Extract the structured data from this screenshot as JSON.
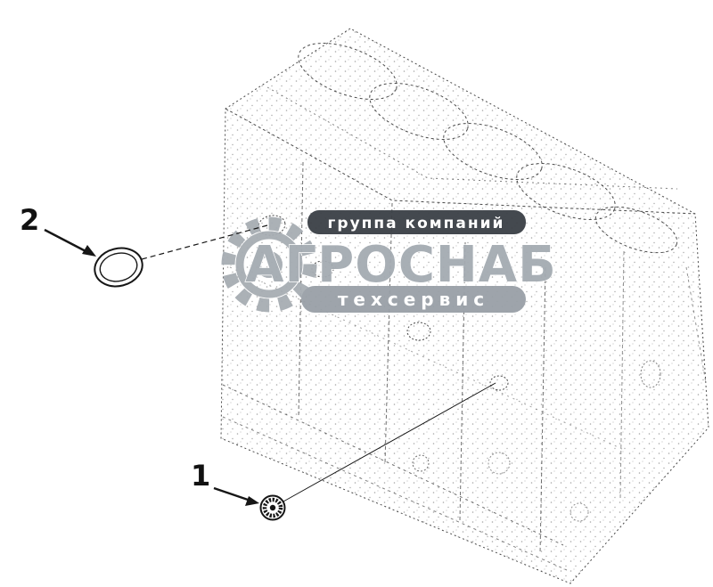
{
  "figure": {
    "type": "exploded-parts-diagram",
    "background": "#ffffff",
    "ink_color": "#161616",
    "sketch_color": "#4a4a4a",
    "callouts": [
      {
        "id": "part-1",
        "label": "1",
        "points_to": "threaded-plug"
      },
      {
        "id": "part-2",
        "label": "2",
        "points_to": "sealing-ring"
      }
    ],
    "watermark": {
      "top_band_text": "группа компаний",
      "brand_text": "АГРОСНАБ",
      "bottom_band_text": "техсервис",
      "top_band_color": "#3b4046",
      "bottom_band_color": "#99a0a7",
      "brand_color": "#a4abb2",
      "gear_color": "#a7adb3"
    }
  }
}
